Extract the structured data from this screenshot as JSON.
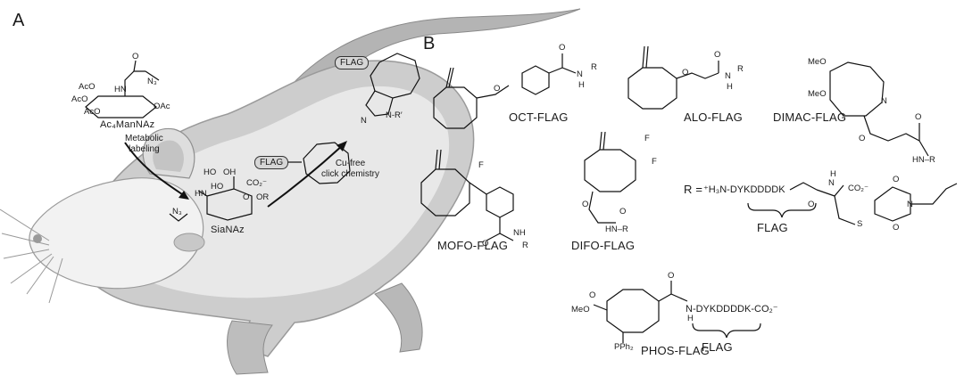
{
  "panels": {
    "a": "A",
    "b": "B"
  },
  "panel_a": {
    "sugar": "Ac₄ManNAz",
    "azide": "N₃",
    "ac_groups": [
      "AcO",
      "AcO",
      "AcO",
      "OAc"
    ],
    "hn": "HN",
    "o": "O",
    "arrow1_label": "Metabolic\nlabeling",
    "sialic": "SiaNAz",
    "sialic_groups": {
      "ho1": "HO",
      "oh": "OH",
      "ho2": "HO",
      "co2": "CO₂⁻",
      "or": "OR",
      "o": "O",
      "hn": "HN",
      "n3": "N₃"
    },
    "arrow2_label": "Cu-free\nclick chemistry",
    "flag": "FLAG",
    "triazole_n": "N",
    "triazole_r": "N-R′"
  },
  "panel_b": {
    "probes": [
      "OCT-FLAG",
      "ALO-FLAG",
      "DIMAC-FLAG",
      "MOFO-FLAG",
      "DIFO-FLAG",
      "PHOS-FLAG"
    ],
    "oct": {
      "o": "O",
      "nh": "N",
      "h": "H",
      "r": "R",
      "carbonyl": "O"
    },
    "alo": {
      "o": "O",
      "carbonyl": "O",
      "n": "N",
      "h": "H",
      "r": "R"
    },
    "dimac": {
      "meo1": "MeO",
      "meo2": "MeO",
      "n": "N",
      "o1": "O",
      "o2": "O",
      "hnr": "HN–R"
    },
    "mofo": {
      "f": "F",
      "carbonyl": "O",
      "nh": "NH",
      "r": "R"
    },
    "difo": {
      "f1": "F",
      "f2": "F",
      "o": "O",
      "carbonyl": "O",
      "hnr": "HN–R"
    },
    "r_def": {
      "lhs": "R = ",
      "peptide": "⁺H₃N-DYKDDDDK",
      "nh": "N",
      "h": "H",
      "co2": "CO₂⁻",
      "s": "S",
      "n": "N",
      "o1": "O",
      "o2": "O",
      "o3": "O",
      "flag": "FLAG"
    },
    "phos": {
      "meo": "MeO",
      "pph2": "PPh₂",
      "o1": "O",
      "o2": "O",
      "peptide": "N-DYKDDDDK-CO₂⁻",
      "h": "H",
      "flag": "FLAG"
    }
  },
  "colors": {
    "ink": "#1a1a1a",
    "mouse_dark": "#9a9a9a",
    "mouse_mid": "#cfcfcf",
    "mouse_light": "#ececec",
    "tag_fill": "#d6d6d6"
  }
}
